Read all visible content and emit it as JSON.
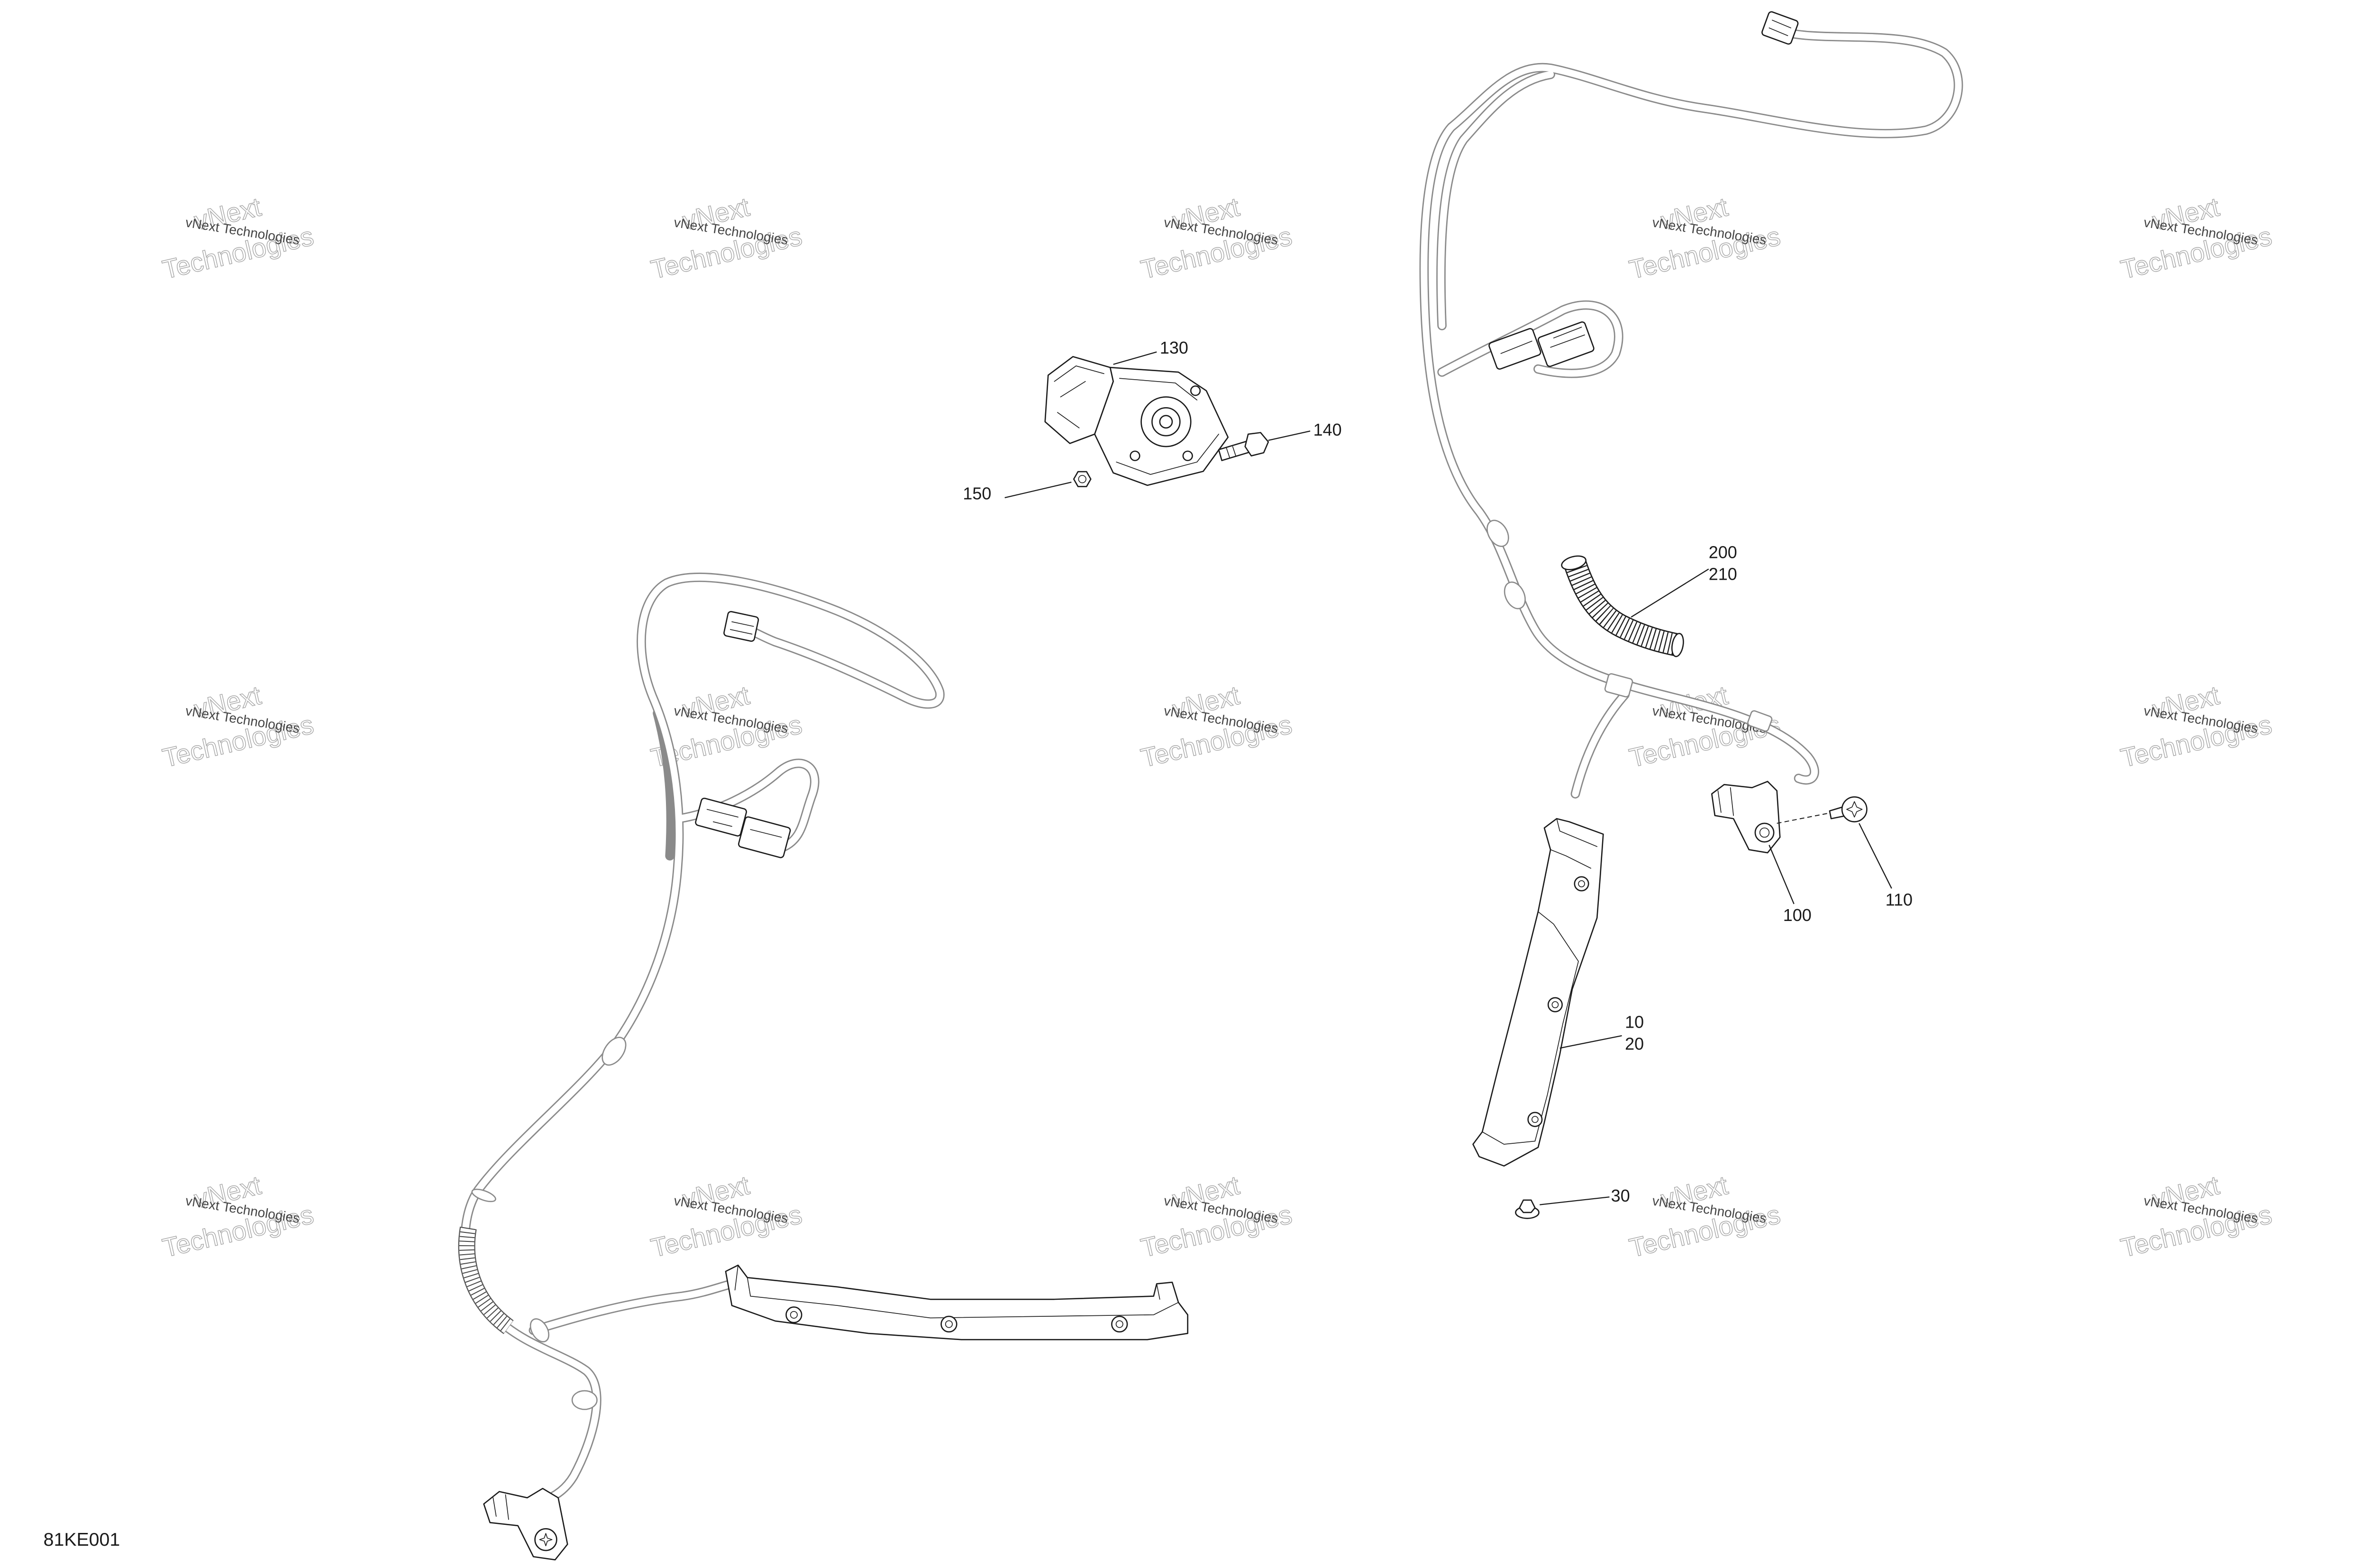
{
  "figure_code": "81KE001",
  "callouts": [
    "130",
    "140",
    "150",
    "200",
    "210",
    "100",
    "110",
    "10",
    "20",
    "30"
  ],
  "watermark": {
    "caption": "vNext Technologies",
    "large_line1": "vNext",
    "large_line2": "Technologies"
  },
  "colors": {
    "ink": "#1a1a1a",
    "harness": "#8a8a8a",
    "watermark_outline": "#a8a8a8",
    "watermark_text": "#444444",
    "background": "#ffffff"
  }
}
